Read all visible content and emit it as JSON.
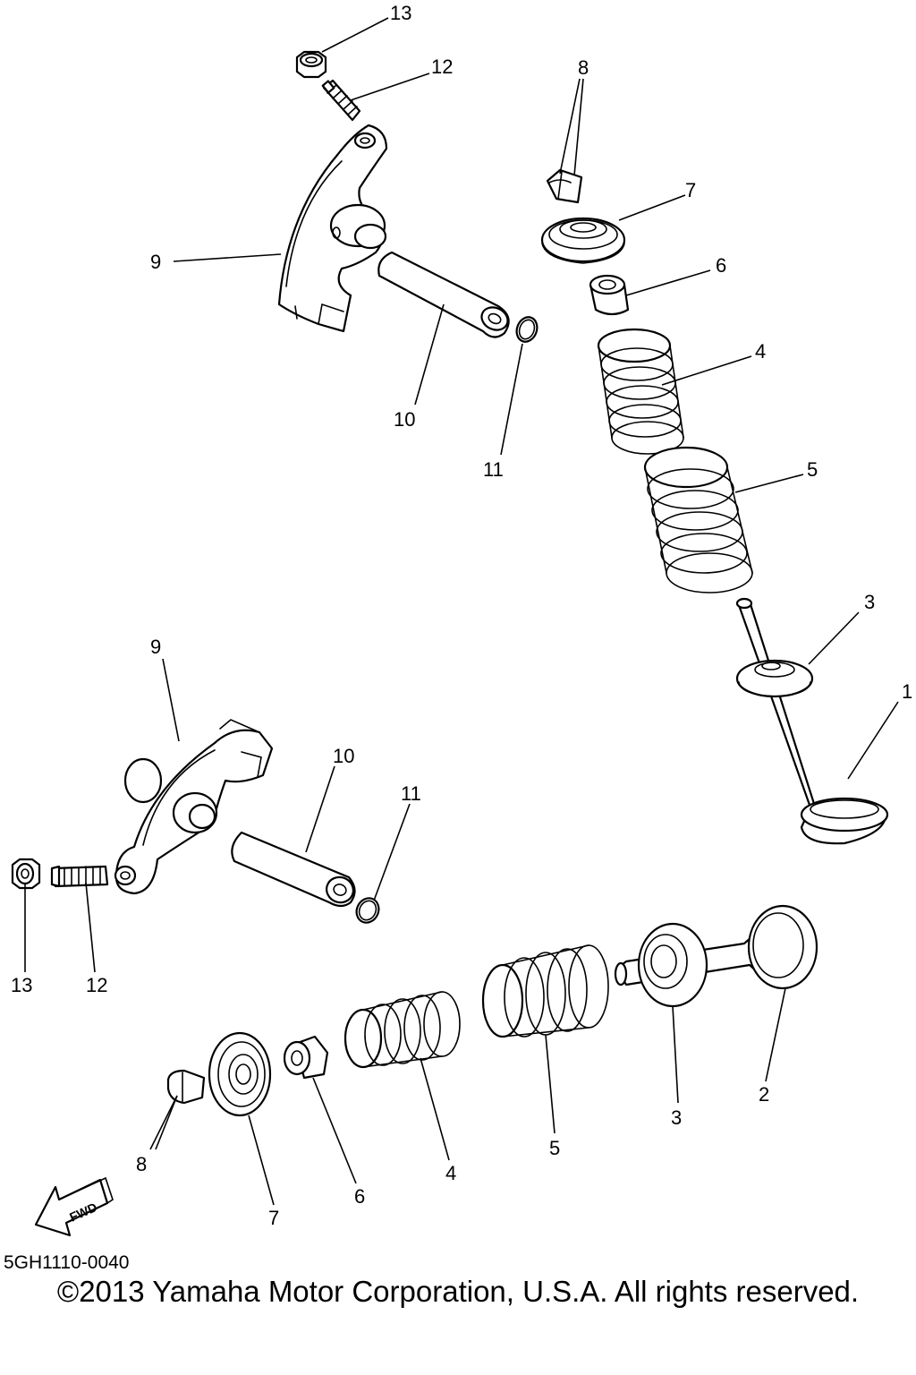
{
  "diagram": {
    "callouts": [
      {
        "id": "top-13",
        "label": "13"
      },
      {
        "id": "top-12",
        "label": "12"
      },
      {
        "id": "top-8",
        "label": "8"
      },
      {
        "id": "top-7",
        "label": "7"
      },
      {
        "id": "top-6",
        "label": "6"
      },
      {
        "id": "top-9",
        "label": "9"
      },
      {
        "id": "top-4",
        "label": "4"
      },
      {
        "id": "top-10",
        "label": "10"
      },
      {
        "id": "top-11",
        "label": "11"
      },
      {
        "id": "top-5",
        "label": "5"
      },
      {
        "id": "top-3",
        "label": "3"
      },
      {
        "id": "top-1",
        "label": "1"
      },
      {
        "id": "bot-9",
        "label": "9"
      },
      {
        "id": "bot-10",
        "label": "10"
      },
      {
        "id": "bot-11",
        "label": "11"
      },
      {
        "id": "bot-13",
        "label": "13"
      },
      {
        "id": "bot-12",
        "label": "12"
      },
      {
        "id": "bot-2",
        "label": "2"
      },
      {
        "id": "bot-3",
        "label": "3"
      },
      {
        "id": "bot-5",
        "label": "5"
      },
      {
        "id": "bot-4",
        "label": "4"
      },
      {
        "id": "bot-8",
        "label": "8"
      },
      {
        "id": "bot-6",
        "label": "6"
      },
      {
        "id": "bot-7",
        "label": "7"
      }
    ],
    "fwd_arrow_label": "FWD"
  },
  "footer": {
    "diagram_code": "5GH1110-0040",
    "copyright": "©2013 Yamaha Motor Corporation, U.S.A. All rights reserved."
  }
}
